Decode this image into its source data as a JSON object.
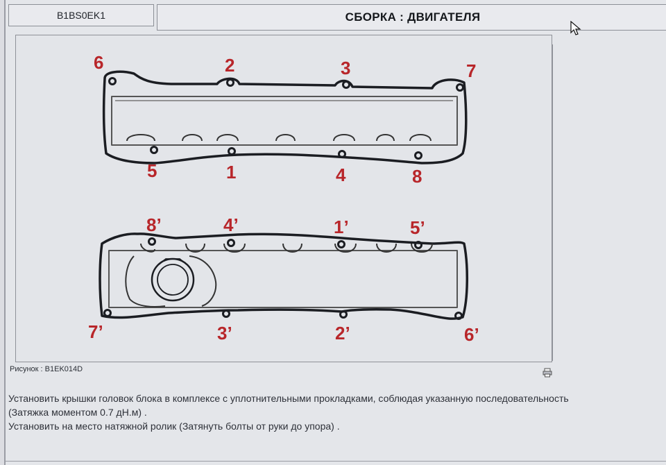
{
  "header": {
    "doc_code": "B1BS0EK1",
    "section_title": "СБОРКА : ДВИГАТЕЛЯ"
  },
  "figure": {
    "caption": "Рисунок : B1EK014D",
    "top_cover_labels": [
      "6",
      "2",
      "3",
      "7",
      "5",
      "1",
      "4",
      "8"
    ],
    "bottom_cover_labels": [
      "8’",
      "4’",
      "1’",
      "5’",
      "7’",
      "3’",
      "2’",
      "6’"
    ]
  },
  "instructions": {
    "line1": "Установить крышки головок блока в комплексе с уплотнительными прокладками, соблюдая указанную последовательность",
    "line2": "(Затяжка моментом 0.7 дН.м) .",
    "line3": "Установить на место натяжной ролик (Затянуть болты от руки до упора) ."
  },
  "colors": {
    "label_red": "#b8262a",
    "outline": "#1b1d22"
  },
  "icons": [
    "mouse-cursor-icon",
    "print-icon"
  ]
}
